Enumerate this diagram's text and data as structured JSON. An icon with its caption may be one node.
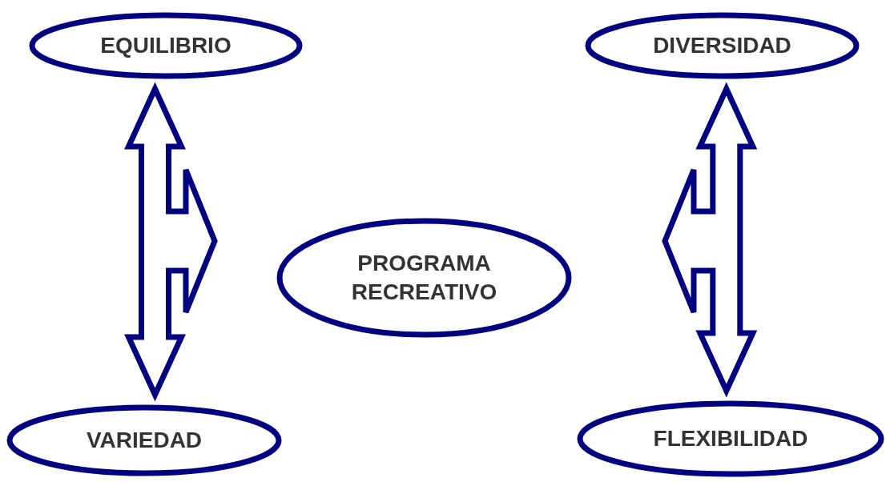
{
  "diagram": {
    "nodes": [
      {
        "text": [
          "EQUILIBRIO"
        ]
      },
      {
        "text": [
          "DIVERSIDAD"
        ]
      },
      {
        "text": [
          "PROGRAMA RECREATIVO"
        ]
      },
      {
        "text": [
          "VARIEDAD"
        ]
      },
      {
        "text": [
          "FLEXIBILIDAD"
        ]
      }
    ],
    "edges": [
      {
        "from": 0,
        "to": 3,
        "arrow": "both"
      },
      {
        "from": 0,
        "to": null,
        "arrow": "both"
      },
      {
        "from": 1,
        "to": 4,
        "arrow": "both"
      },
      {
        "from": 1,
        "to": null,
        "arrow": "both"
      }
    ]
  }
}
